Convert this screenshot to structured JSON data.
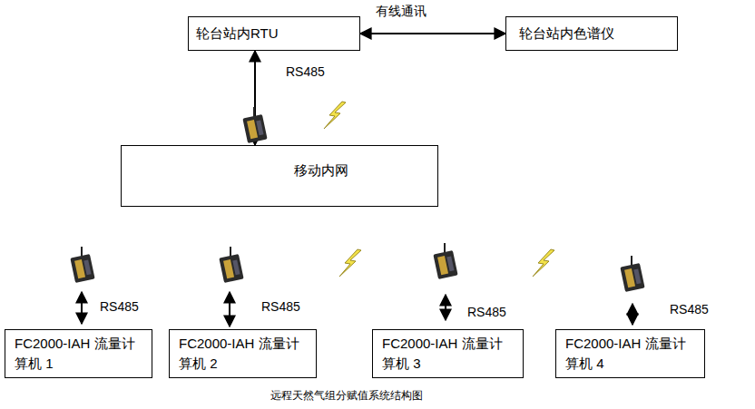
{
  "diagram": {
    "caption": "远程天然气组分赋值系统结构图",
    "nodes": [
      {
        "text": [
          "轮台站内RTU"
        ]
      },
      {
        "text": [
          "轮台站内色谱仪"
        ]
      },
      {
        "text": [
          "移动内网"
        ]
      },
      {
        "text": [
          "FC2000-IAH 流量计算机 1"
        ]
      },
      {
        "text": [
          "FC2000-IAH 流量计算机 2"
        ]
      },
      {
        "text": [
          "FC2000-IAH 流量计算机 3"
        ]
      },
      {
        "text": [
          "FC2000-IAH 流量计算机 4"
        ]
      }
    ],
    "edges": [
      {
        "from": 0,
        "to": 1,
        "label": "有线通讯",
        "arrow": "both"
      },
      {
        "from": 0,
        "to": 2,
        "label": "RS485",
        "arrow": "both"
      }
    ],
    "labels": [
      "RS485",
      "RS485",
      "RS485",
      "RS485"
    ]
  }
}
